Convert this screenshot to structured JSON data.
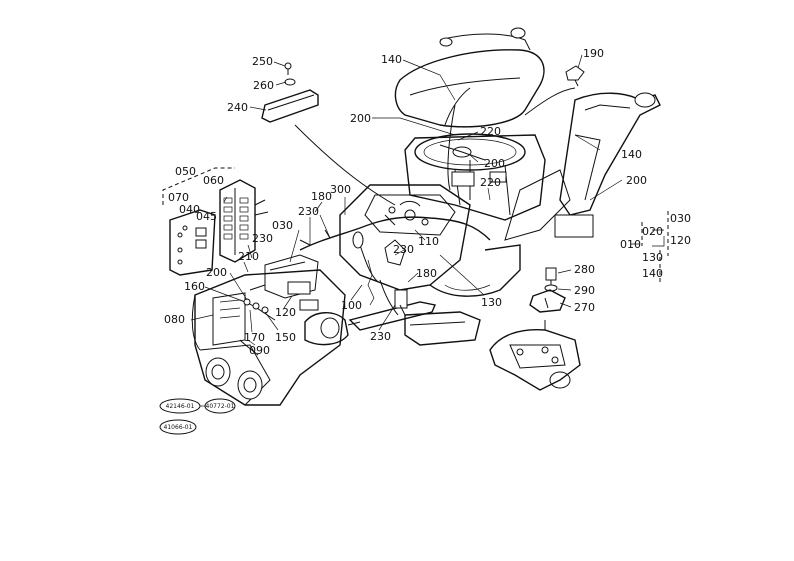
{
  "part_labels": {
    "p250": "250",
    "p260": "260",
    "p240": "240",
    "p140a": "140",
    "p190": "190",
    "p200a": "200",
    "p220a": "220",
    "p200b": "200",
    "p140b": "140",
    "p220b": "220",
    "p200c": "200",
    "p050": "050",
    "p060": "060",
    "p070": "070",
    "p040": "040",
    "p045": "045",
    "p180a": "180",
    "p300": "300",
    "p230a": "230",
    "p030a": "030",
    "p230b": "230",
    "p210": "210",
    "p200d": "200",
    "p160": "160",
    "p080": "080",
    "p120": "120",
    "p170": "170",
    "p150": "150",
    "p090": "090",
    "p100": "100",
    "p230c": "230",
    "p110": "110",
    "p180b": "180",
    "p130": "130",
    "p230d": "230",
    "p280": "280",
    "p290": "290",
    "p270": "270",
    "p030b": "030",
    "p020": "020",
    "p010": "010",
    "p120b": "120",
    "p130b": "130",
    "p140c": "140"
  },
  "serial_badges": {
    "b1": "42146-01",
    "b2": "40772-01",
    "b3": "41066-01"
  }
}
